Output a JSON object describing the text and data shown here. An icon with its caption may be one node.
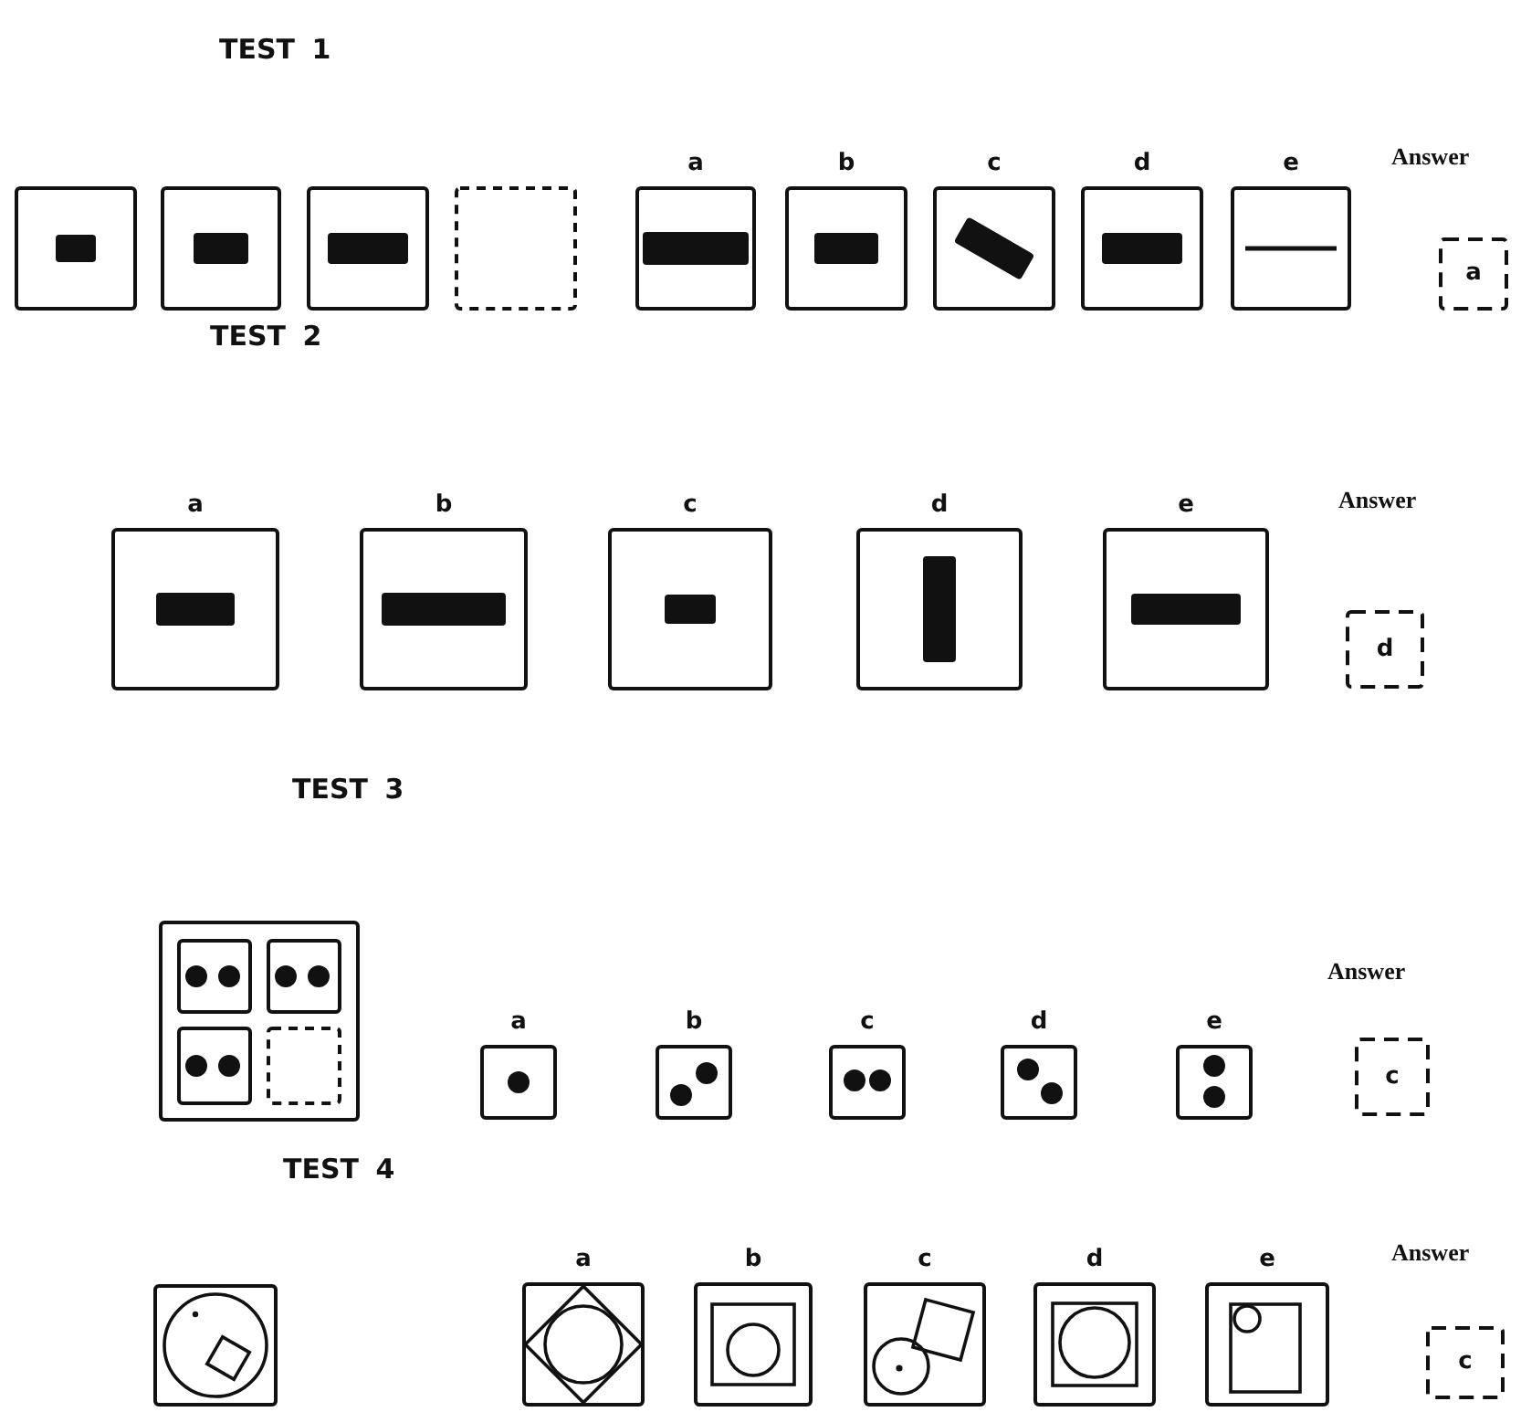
{
  "diagram": {
    "nodes": [
      {
        "text": [],
        "shape": "box"
      },
      {
        "text": [],
        "shape": "box"
      },
      {
        "text": [],
        "shape": "box"
      },
      {
        "text": [],
        "shape": "box"
      },
      {
        "text": [
          "a"
        ]
      },
      {
        "text": [
          "b"
        ]
      },
      {
        "text": [
          "c"
        ]
      },
      {
        "text": [
          "d"
        ]
      },
      {
        "text": [
          "e"
        ]
      },
      {
        "text": [
          "a"
        ]
      },
      {
        "text": [
          "a"
        ]
      },
      {
        "text": [
          "b"
        ]
      },
      {
        "text": [
          "c"
        ]
      },
      {
        "text": [
          "d"
        ]
      },
      {
        "text": [
          "e"
        ]
      },
      {
        "text": [
          "d"
        ]
      },
      {
        "text": [],
        "shape": "box"
      },
      {
        "text": [],
        "shape": "box",
        "in": 16
      },
      {
        "text": [],
        "shape": "box",
        "in": 16
      },
      {
        "text": [],
        "shape": "box",
        "in": 16
      },
      {
        "text": [],
        "shape": "box",
        "in": 16
      },
      {
        "text": [
          "a"
        ]
      },
      {
        "text": [
          "b"
        ]
      },
      {
        "text": [
          "c"
        ]
      },
      {
        "text": [
          "d"
        ]
      },
      {
        "text": [
          "e"
        ]
      },
      {
        "text": [
          "c"
        ]
      },
      {
        "text": [],
        "shape": "box"
      },
      {
        "text": [
          "a"
        ]
      },
      {
        "text": [
          "b"
        ]
      },
      {
        "text": [
          "c"
        ]
      },
      {
        "text": [
          "d"
        ]
      },
      {
        "text": [
          "e"
        ]
      },
      {
        "text": [
          "c"
        ]
      }
    ],
    "labels": [
      "TEST 1",
      "Answer",
      "TEST 2",
      "Answer",
      "TEST 3",
      "Answer",
      "TEST 4",
      "Answer"
    ]
  }
}
